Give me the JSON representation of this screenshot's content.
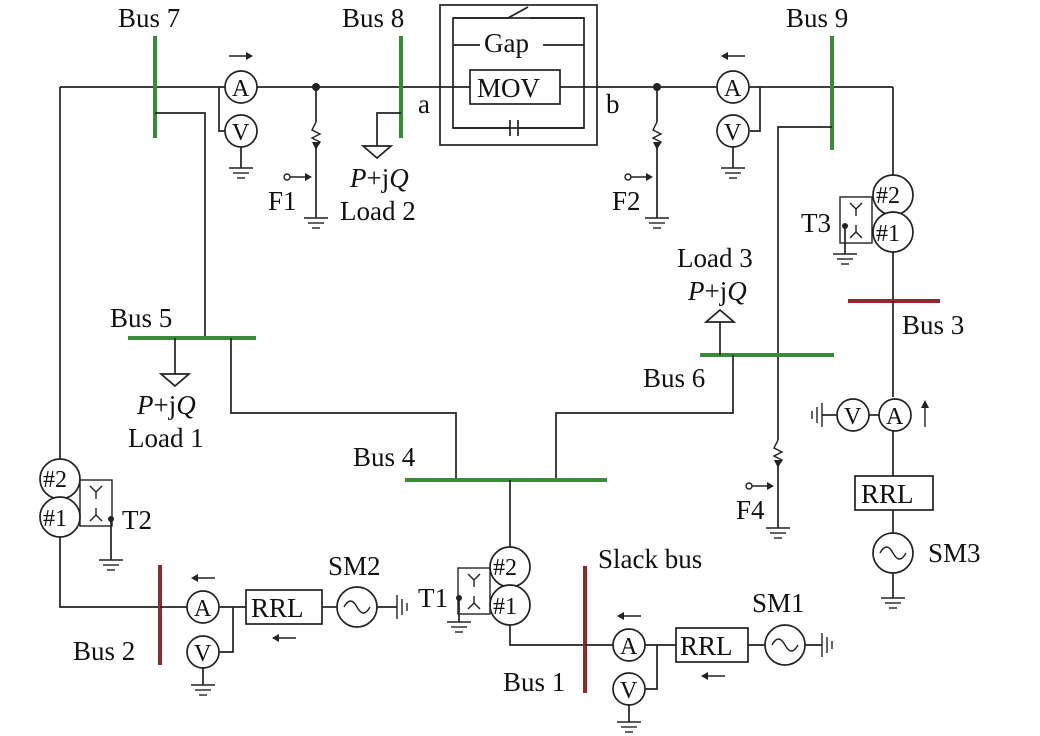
{
  "buses": {
    "bus1": "Bus 1",
    "bus2": "Bus 2",
    "bus3": "Bus 3",
    "bus4": "Bus 4",
    "bus5": "Bus 5",
    "bus6": "Bus 6",
    "bus7": "Bus 7",
    "bus8": "Bus 8",
    "bus9": "Bus 9",
    "slack": "Slack bus"
  },
  "loads": {
    "load1": {
      "name": "Load 1",
      "pq_p": "P",
      "pq_rest": "+j",
      "pq_q": "Q"
    },
    "load2": {
      "name": "Load 2",
      "pq_p": "P",
      "pq_rest": "+j",
      "pq_q": "Q"
    },
    "load3": {
      "name": "Load 3",
      "pq_p": "P",
      "pq_rest": "+j",
      "pq_q": "Q"
    }
  },
  "faults": {
    "f1": "F1",
    "f2": "F2",
    "f4": "F4"
  },
  "transformers": {
    "t1": "T1",
    "t2": "T2",
    "t3": "T3",
    "winding1": "#1",
    "winding2": "#2"
  },
  "generators": {
    "sm1": "SM1",
    "sm2": "SM2",
    "sm3": "SM3"
  },
  "components": {
    "rrl": "RRL",
    "mov": "MOV",
    "gap": "Gap",
    "node_a": "a",
    "node_b": "b",
    "ammeter": "A",
    "voltmeter": "V"
  },
  "colors": {
    "green_bus": "#3b8a3b",
    "red_bus": "#8b2c2c"
  }
}
